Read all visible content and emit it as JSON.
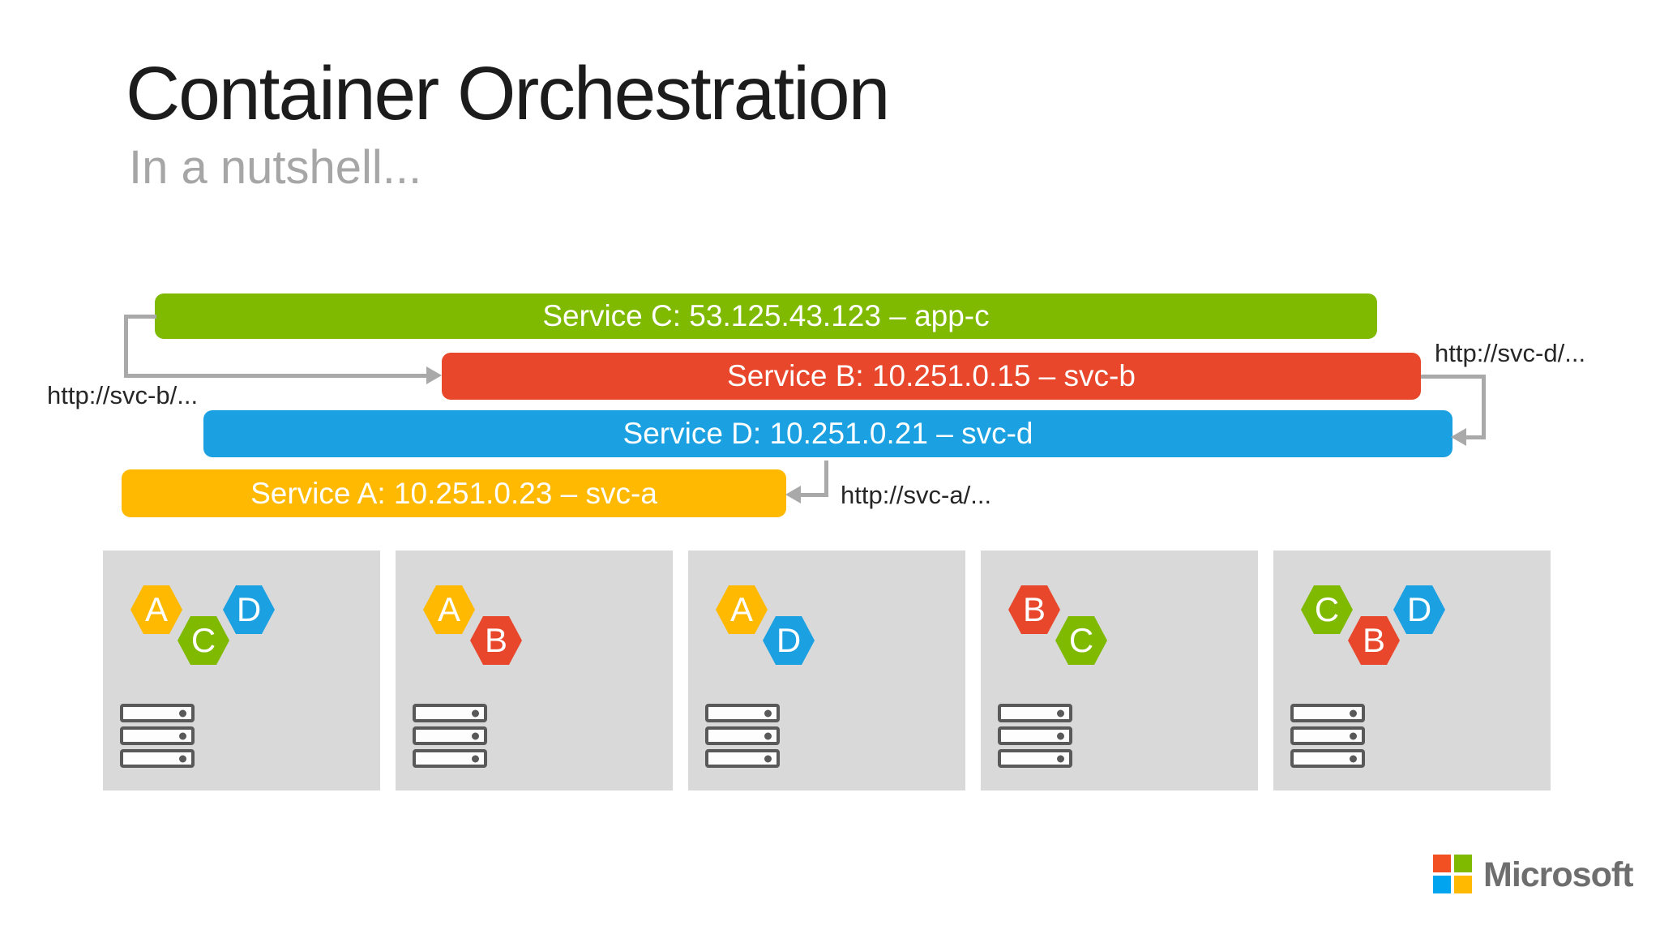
{
  "slide": {
    "title": "Container Orchestration",
    "subtitle": "In a nutshell...",
    "background_color": "#FFFFFF"
  },
  "service_bars": [
    {
      "name": "service-c",
      "label": "Service C: 53.125.43.123 – app-c",
      "color": "#7FBA00"
    },
    {
      "name": "service-b",
      "label": "Service B: 10.251.0.15 – svc-b",
      "color": "#E8472C"
    },
    {
      "name": "service-d",
      "label": "Service D: 10.251.0.21 – svc-d",
      "color": "#1BA1E2"
    },
    {
      "name": "service-a",
      "label": "Service A: 10.251.0.23 – svc-a",
      "color": "#FFB900"
    }
  ],
  "url_labels": {
    "svc_b": "http://svc-b/...",
    "svc_d": "http://svc-d/...",
    "svc_a": "http://svc-a/..."
  },
  "container_colors": {
    "A": "#FFB900",
    "B": "#E8472C",
    "C": "#7FBA00",
    "D": "#1BA1E2"
  },
  "arrow_color": "#A9A9A9",
  "node_box_color": "#D9D9D9",
  "server_icon_color": "#595959",
  "nodes": [
    {
      "containers": [
        {
          "letter": "A",
          "slot": 0
        },
        {
          "letter": "C",
          "slot": 1
        },
        {
          "letter": "D",
          "slot": 2
        }
      ]
    },
    {
      "containers": [
        {
          "letter": "A",
          "slot": 0
        },
        {
          "letter": "B",
          "slot": 1
        }
      ]
    },
    {
      "containers": [
        {
          "letter": "A",
          "slot": 0
        },
        {
          "letter": "D",
          "slot": 1
        }
      ]
    },
    {
      "containers": [
        {
          "letter": "B",
          "slot": 0
        },
        {
          "letter": "C",
          "slot": 1
        }
      ]
    },
    {
      "containers": [
        {
          "letter": "C",
          "slot": 0
        },
        {
          "letter": "D",
          "slot": 2
        },
        {
          "letter": "B",
          "slot": 1
        }
      ]
    }
  ],
  "footer": {
    "brand_name": "Microsoft",
    "brand_text_color": "#6E6E6E",
    "logo_colors": {
      "top_left": "#F25022",
      "top_right": "#7FBA00",
      "bottom_left": "#00A4EF",
      "bottom_right": "#FFB900"
    }
  }
}
